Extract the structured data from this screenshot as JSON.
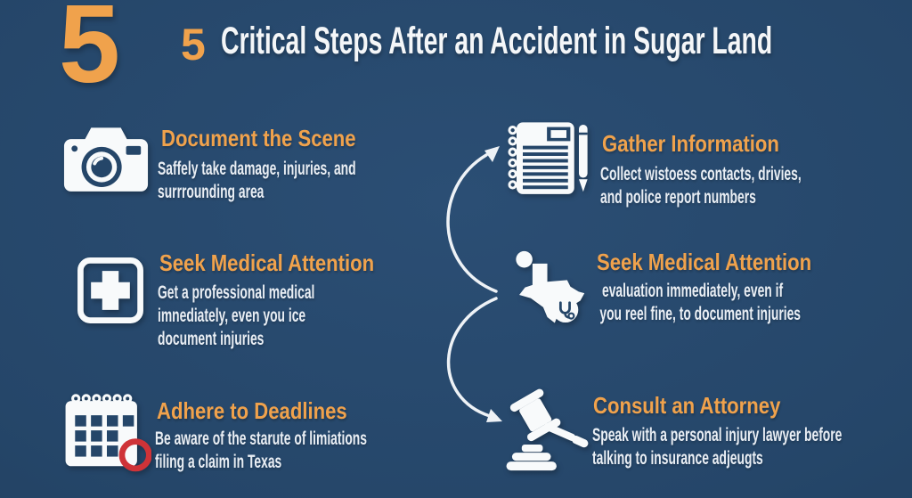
{
  "header": {
    "big_number": "5",
    "small_number": "5",
    "title": "Critical Steps After an Accident in Sugar Land"
  },
  "steps": {
    "left": [
      {
        "icon": "camera-icon",
        "heading": "Document the Scene",
        "body_lines": [
          "Saffely take damage, injuries, and",
          "surrrounding area"
        ]
      },
      {
        "icon": "medical-cross-icon",
        "heading": "Seek Medical Attention",
        "body_lines": [
          "Get a professional medical",
          "imnediately, even you ice",
          "document injuries"
        ]
      },
      {
        "icon": "calendar-deadline-icon",
        "heading": "Adhere to Deadlines",
        "body_lines": [
          "Be aware of the starute of limiations",
          "filing a claim in Texas"
        ]
      }
    ],
    "right": [
      {
        "icon": "notebook-pen-icon",
        "heading": "Gather Information",
        "body_lines": [
          "Collect wistoess contacts, drivies,",
          "and police report numbers"
        ]
      },
      {
        "icon": "texas-medical-icon",
        "heading": "Seek Medical Attention",
        "body_lines": [
          "evaluation immediately, even if",
          "you reel fine, to document injuries"
        ]
      },
      {
        "icon": "gavel-icon",
        "heading": "Consult an Attorney",
        "body_lines": [
          "Speak with a personal injury lawyer before",
          "talking to insurance adjeugts"
        ]
      }
    ]
  },
  "colors": {
    "background": "#254669",
    "background_edge": "#1d3a57",
    "accent_orange": "#f0a24c",
    "body_text": "#e9eef4",
    "icon_white": "#f8fafb",
    "red_accent": "#cf3338"
  }
}
